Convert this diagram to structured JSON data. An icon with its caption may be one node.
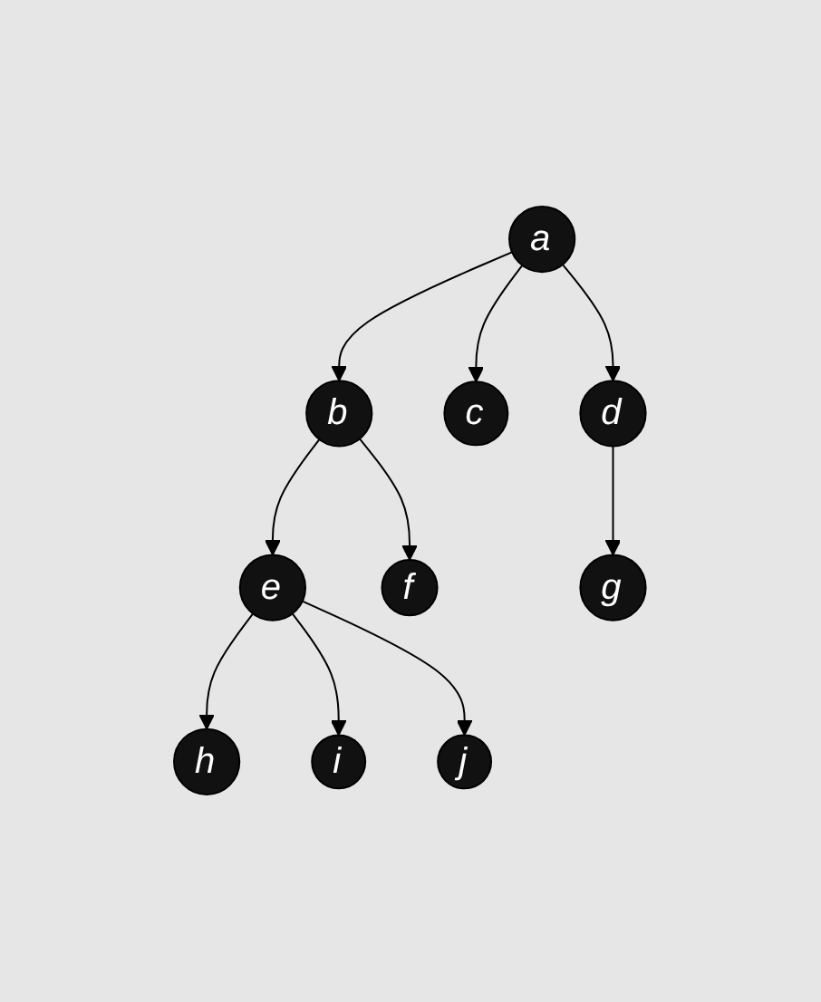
{
  "diagram": {
    "nodes": [
      {
        "text": [
          "a"
        ]
      },
      {
        "text": [
          "b"
        ]
      },
      {
        "text": [
          "c"
        ]
      },
      {
        "text": [
          "d"
        ]
      },
      {
        "text": [
          "e"
        ]
      },
      {
        "text": [
          "f"
        ]
      },
      {
        "text": [
          "g"
        ]
      },
      {
        "text": [
          "h"
        ]
      },
      {
        "text": [
          "i"
        ]
      },
      {
        "text": [
          "j"
        ]
      }
    ],
    "edges": [
      {
        "from": 0,
        "to": 1,
        "arrow": "to"
      },
      {
        "from": 0,
        "to": 2,
        "arrow": "to"
      },
      {
        "from": 0,
        "to": 3,
        "arrow": "to"
      },
      {
        "from": 1,
        "to": 4,
        "arrow": "to"
      },
      {
        "from": 1,
        "to": 5,
        "arrow": "to"
      },
      {
        "from": 3,
        "to": 6,
        "arrow": "to"
      },
      {
        "from": 4,
        "to": 7,
        "arrow": "to"
      },
      {
        "from": 4,
        "to": 8,
        "arrow": "to"
      },
      {
        "from": 4,
        "to": 9,
        "arrow": "to"
      }
    ]
  }
}
